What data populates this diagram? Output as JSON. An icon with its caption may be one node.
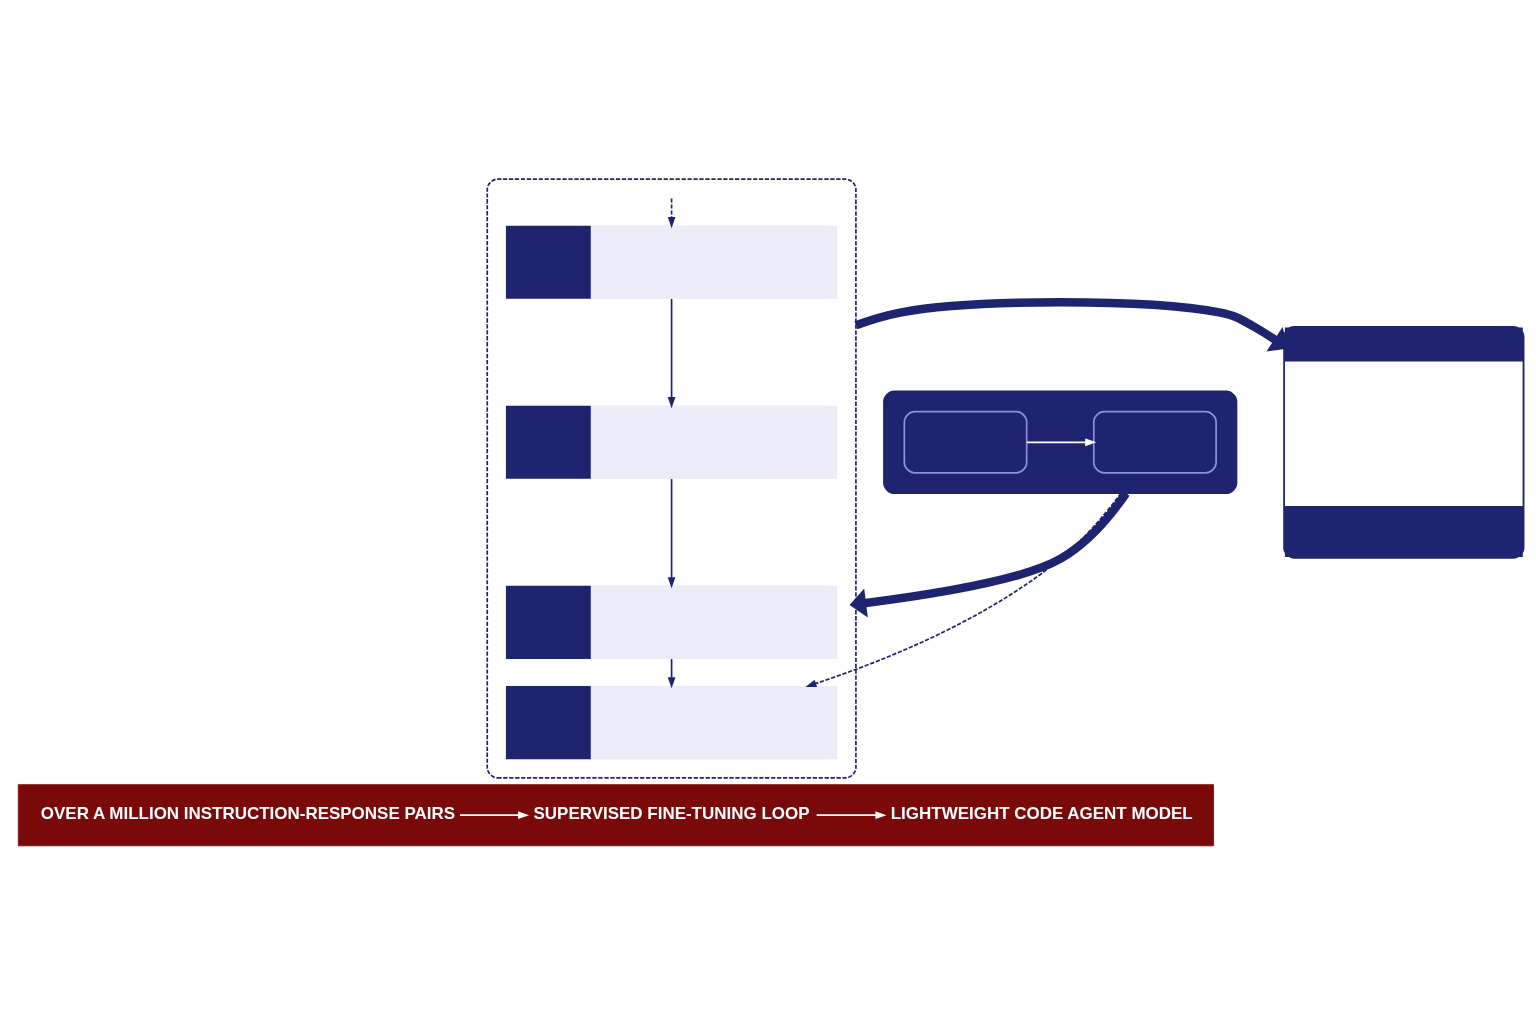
{
  "diagram": {
    "nodes": [
      {
        "text": [],
        "shape": "box"
      },
      {
        "text": [],
        "shape": "box",
        "in": 0
      },
      {
        "text": [],
        "shape": "box",
        "in": 0
      },
      {
        "text": [],
        "shape": "box"
      },
      {
        "text": [],
        "shape": "box",
        "in": 3
      },
      {
        "text": [],
        "shape": "box",
        "in": 3
      },
      {
        "text": [],
        "shape": "box",
        "in": 3
      },
      {
        "text": [],
        "shape": "box",
        "in": 3
      },
      {
        "text": [],
        "shape": "box"
      },
      {
        "text": [],
        "shape": "bar"
      },
      {
        "text": [
          "OVER A MILLION INSTRUCTION-RESPONSE PAIRS"
        ],
        "in": 9
      },
      {
        "text": [
          "SUPERVISED FINE-TUNING LOOP"
        ],
        "in": 9
      },
      {
        "text": [
          "LIGHTWEIGHT CODE AGENT MODEL"
        ],
        "in": 9
      }
    ],
    "edges": [
      {
        "from": 0,
        "to": 3,
        "arrow": "to",
        "style": "thick"
      },
      {
        "from": 3,
        "to": 8,
        "arrow": "to",
        "style": "thick"
      },
      {
        "from": 1,
        "to": 2,
        "arrow": "to",
        "color": "#ffffff"
      },
      {
        "from": null,
        "to": 4,
        "arrow": "to",
        "style": "dashed"
      },
      {
        "from": 4,
        "to": 5,
        "arrow": "to"
      },
      {
        "from": 5,
        "to": 6,
        "arrow": "to"
      },
      {
        "from": 6,
        "to": 7,
        "arrow": "to"
      },
      {
        "from": 0,
        "to": 7,
        "arrow": "to",
        "style": "dashed"
      },
      {
        "from": 10,
        "to": 11,
        "arrow": "to",
        "color": "#ffffff"
      },
      {
        "from": 11,
        "to": 12,
        "arrow": "to",
        "color": "#ffffff"
      }
    ]
  }
}
